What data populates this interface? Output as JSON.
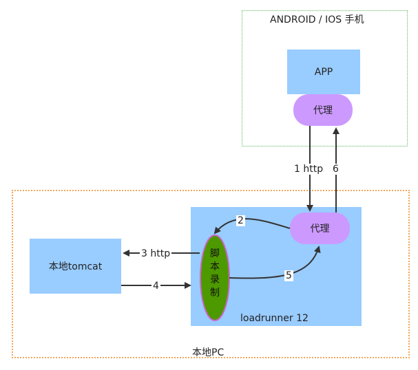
{
  "labels": {
    "phone_title": "ANDROID / IOS 手机",
    "app": "APP",
    "proxy_top": "代理",
    "proxy_lr": "代理",
    "script_record": "脚本录制",
    "tomcat": "本地tomcat",
    "loadrunner": "loadrunner 12",
    "pc": "本地PC"
  },
  "edges": {
    "e1": "1 http",
    "e6": "6",
    "e2": "2",
    "e3": "3 http",
    "e4": "4",
    "e5": "5"
  },
  "colors": {
    "box_blue": "#99ccff",
    "proxy_purple": "#cc99ff",
    "script_green": "#4d9900",
    "phone_border": "#5fb85f",
    "pc_border": "#f2a65a",
    "arrow": "#333333"
  }
}
